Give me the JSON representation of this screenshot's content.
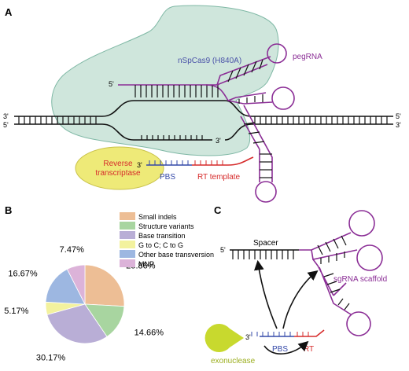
{
  "panel_a": {
    "letter": "A",
    "protein_label": "nSpCas9 (H840A)",
    "pegrna_label": "pegRNA",
    "rt_enzyme_line1": "Reverse",
    "rt_enzyme_line2": "transcriptase",
    "pbs_label": "PBS",
    "rt_template_label": "RT template",
    "end_3_left_top": "3'",
    "end_5_left_bottom": "5'",
    "end_5_right_top": "5'",
    "end_3_right_bottom": "3'",
    "end_5_peg": "5'",
    "end_3_nick": "3'",
    "end_3_peg": "3'"
  },
  "panel_b": {
    "letter": "B",
    "chart_data": {
      "type": "pie",
      "categories": [
        "Small indels",
        "Structure variants",
        "Base transition",
        "G to C; C to G",
        "Other base transversion",
        "MNP"
      ],
      "values": [
        25.86,
        14.66,
        30.17,
        5.17,
        16.67,
        7.47
      ],
      "value_labels": [
        "25.86%",
        "14.66%",
        "30.17%",
        "5.17%",
        "16.67%",
        "7.47%"
      ],
      "colors": [
        "#EDBE95",
        "#A8D5A0",
        "#B9AED6",
        "#F3F29E",
        "#9DB7E1",
        "#DCB3D9"
      ],
      "legend_position": "top-right"
    }
  },
  "panel_c": {
    "letter": "C",
    "spacer_label": "Spacer",
    "scaffold_label": "sgRNA scaffold",
    "exonuclease_label": "exonuclease",
    "pbs_label": "PBS",
    "rt_label": "RT",
    "end_5": "5'",
    "end_3": "3'"
  },
  "colors": {
    "dna": "#111111",
    "pegrna": "#8B2E96",
    "pbs": "#3348A8",
    "rt": "#D62B2B",
    "cas9_fill": "#CFE6DC",
    "cas9_stroke": "#7FB8A5",
    "rt_enzyme_fill": "#EEEA78",
    "rt_enzyme_stroke": "#C9C24A",
    "exo_fill": "#C8D92E",
    "scaffold_label": "#8B2E96",
    "exo_label": "#9BAE1E"
  }
}
